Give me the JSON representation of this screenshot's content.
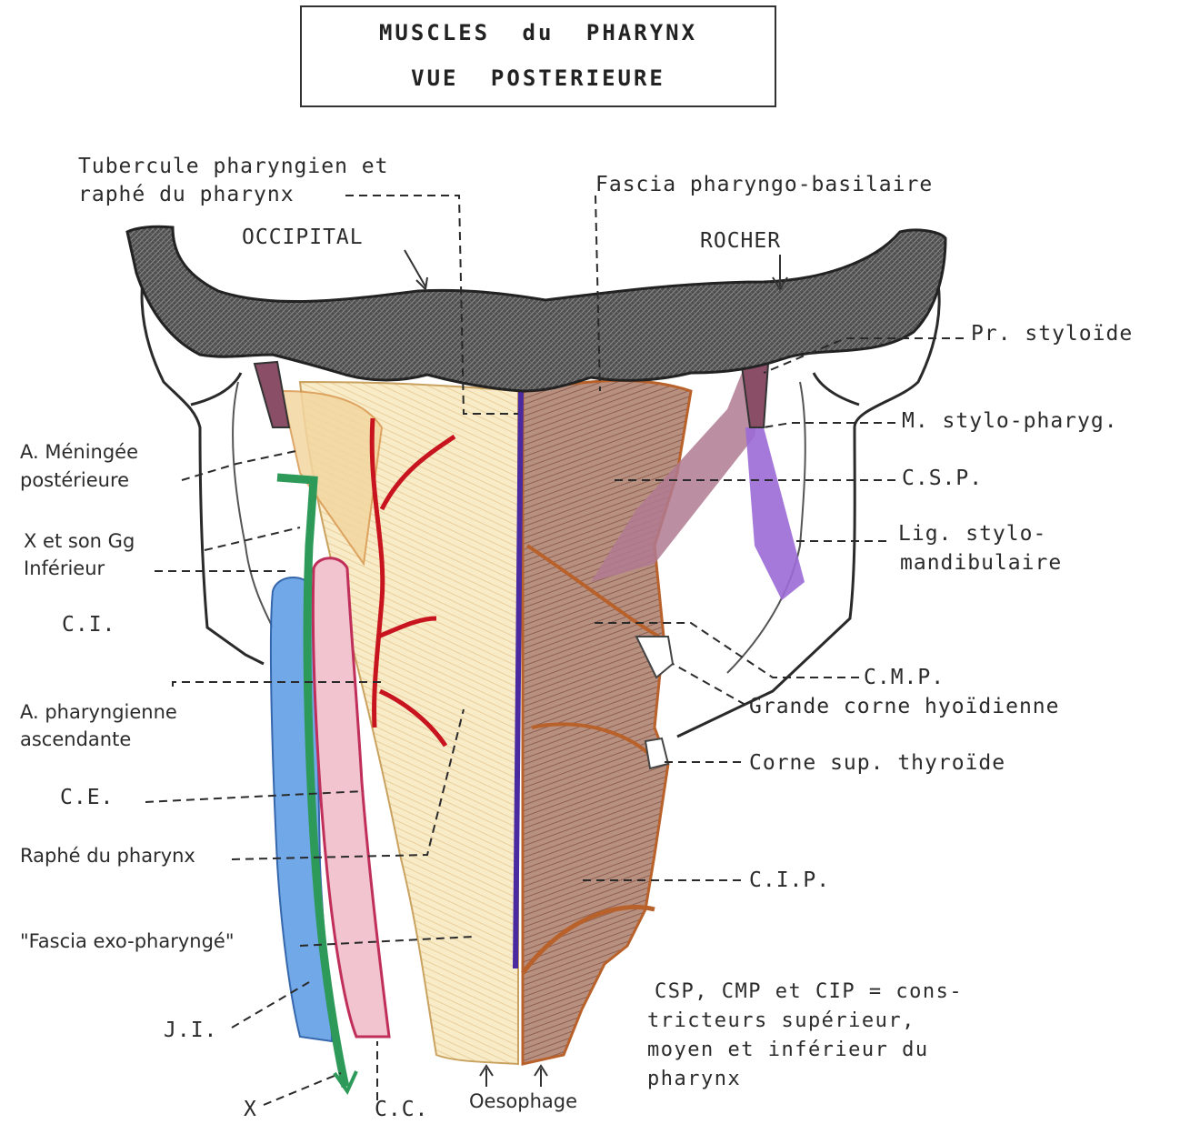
{
  "title": {
    "line1": "MUSCLES du PHARYNX",
    "line2": "VUE POSTERIEURE"
  },
  "labels": {
    "tubercule_line1": "Tubercule pharyngien et",
    "tubercule_line2": "raphé du pharynx",
    "fascia_basilaire": "Fascia pharyngo-basilaire",
    "occipital": "OCCIPITAL",
    "rocher": "ROCHER",
    "pr_styloide": "Pr. styloïde",
    "stylo_pharyg": "M. stylo-pharyg.",
    "meningee_line1": "A. Méningée",
    "meningee_line2": "postérieure",
    "csp": "C.S.P.",
    "x_gg_line1": "X et son Gg",
    "x_gg_line2": "Inférieur",
    "lig_line1": "Lig. stylo-",
    "lig_line2": "mandibulaire",
    "ci": "C.I.",
    "cmp": "C.M.P.",
    "pharyngienne_line1": "A. pharyngienne",
    "pharyngienne_line2": "ascendante",
    "grande_corne": "Grande corne hyoïdienne",
    "corne_sup": "Corne sup. thyroïde",
    "ce": "C.E.",
    "raphe": "Raphé du pharynx",
    "cip": "C.I.P.",
    "fascia_exo": "\"Fascia exo-pharyngé\"",
    "note_line1": "CSP, CMP et CIP = cons-",
    "note_line2": "tricteurs supérieur,",
    "note_line3": "moyen et inférieur du",
    "note_line4": "pharynx",
    "ji": "J.I.",
    "x": "X",
    "cc": "C.C.",
    "oesophage": "Oesophage"
  },
  "colors": {
    "bone_fill": "#5a5a5a",
    "muscle_left": "#f6e3b4",
    "muscle_right": "#b48a7a",
    "constrictor_edge": "#b8612a",
    "raphe_line": "#4a2aa0",
    "artery_red": "#c8141e",
    "jugular_blue": "#6aa4e6",
    "carotid_pink": "#f2c4cf",
    "nerve_green": "#2e9a5a",
    "lig_violet": "#9b6ad6",
    "stylo_muscle": "#a86a86"
  }
}
